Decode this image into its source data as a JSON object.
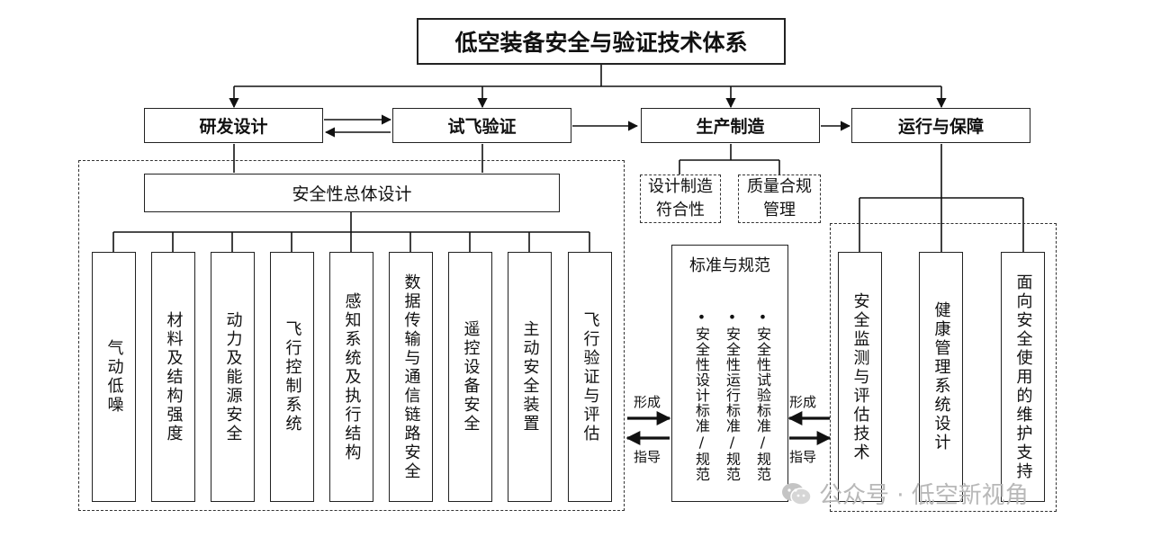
{
  "title": "低空装备安全与验证技术体系",
  "stages": {
    "rd": "研发设计",
    "flight_test": "试飞验证",
    "production": "生产制造",
    "operation": "运行与保障"
  },
  "overall_design": "安全性总体设计",
  "design_items": [
    "气动低噪",
    "材料及结构强度",
    "动力及能源安全",
    "飞行控制系统",
    "感知系统及执行结构",
    "数据传输与通信链路安全",
    "遥控设备安全",
    "主动安全装置",
    "飞行验证与评估"
  ],
  "production_items": {
    "conformity": [
      "设计制造",
      "符合性"
    ],
    "quality": [
      "质量合规",
      "管理"
    ]
  },
  "standards": {
    "title": "标准与规范",
    "items": [
      "•安全性设计标准/规范",
      "•安全性运行标准/规范",
      "•安全性试验标准/规范"
    ]
  },
  "operation_items": [
    "安全监测与评估技术",
    "健康管理系统设计",
    "面向安全使用的维护支持"
  ],
  "arrows": {
    "form": "形成",
    "guide": "指导"
  },
  "watermark": "公众号 · 低空新视角"
}
